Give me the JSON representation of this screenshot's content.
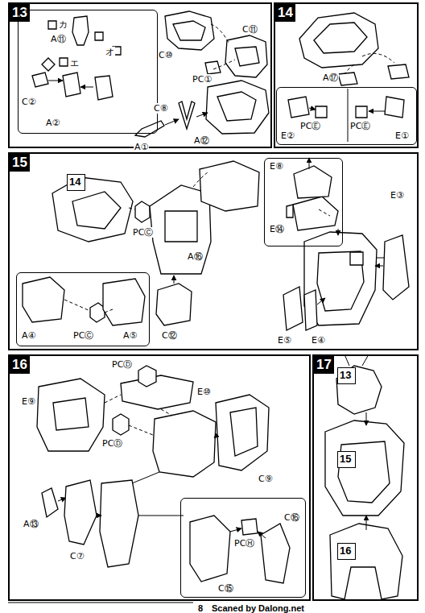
{
  "diagram": {
    "nodes": [
      {
        "text": [
          "13"
        ]
      },
      {
        "text": [
          "A⑪",
          "カ",
          "オ",
          "エ",
          "C②",
          "A②"
        ],
        "in": 0
      },
      {
        "text": [
          "14"
        ]
      },
      {
        "text": [
          "PCⒺ",
          "E②",
          "PCⒺ",
          "E①"
        ],
        "in": 2
      },
      {
        "text": [
          "15"
        ]
      },
      {
        "text": [
          "14"
        ],
        "in": 4
      },
      {
        "text": [
          "A④",
          "PCⒸ",
          "A⑤"
        ],
        "in": 4
      },
      {
        "text": [
          "E⑧",
          "E⑭"
        ],
        "in": 4
      },
      {
        "text": [
          "16"
        ]
      },
      {
        "text": [
          "PCⒽ",
          "C⑯",
          "C⑮"
        ],
        "in": 8
      },
      {
        "text": [
          "17"
        ]
      },
      {
        "text": [
          "13"
        ],
        "in": 10
      },
      {
        "text": [
          "15"
        ],
        "in": 10
      },
      {
        "text": [
          "16"
        ],
        "in": 10
      }
    ],
    "labels": [
      "C⑩",
      "C⑪",
      "PC①",
      "C⑧",
      "A①",
      "A⑫",
      "A⑰",
      "PCⒸ",
      "A⑯",
      "C⑫",
      "E③",
      "E⑤",
      "E④",
      "PCⒹ",
      "E⑩",
      "E⑨",
      "PCⒹ",
      "C⑨",
      "A⑬",
      "C⑦",
      "8",
      "Scaned by Dalong.net"
    ]
  }
}
